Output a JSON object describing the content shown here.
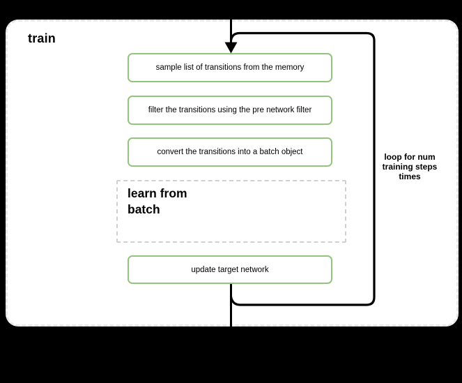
{
  "diagram": {
    "title": "train",
    "steps": [
      {
        "label": "sample list of transitions from the memory"
      },
      {
        "label": "filter the transitions using the pre network filter"
      },
      {
        "label": "convert the transitions into a batch object"
      }
    ],
    "subprocess": {
      "lines": [
        "learn from",
        "batch"
      ]
    },
    "final_step": {
      "label": "update target network"
    },
    "loop": {
      "lines": [
        "loop for num",
        "training steps",
        "times"
      ]
    }
  },
  "colors": {
    "background": "#000000",
    "container_fill": "#ffffff",
    "container_border": "#e8e8e8",
    "step_border": "#93c47d",
    "subprocess_border": "#d0d0d0",
    "flow_line": "#000000",
    "text": "#000000"
  }
}
